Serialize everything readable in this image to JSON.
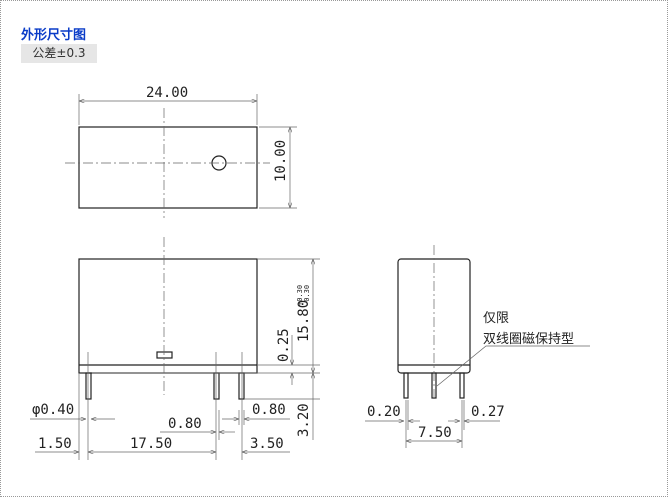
{
  "header": {
    "title": "外形尺寸图",
    "tolerance": "公差±0.3"
  },
  "top_view": {
    "width": "24.00",
    "depth": "10.00"
  },
  "front_view": {
    "height": "15.80",
    "height_tol_plus": "+0.30",
    "height_tol_minus": "-0.30",
    "gap": "0.25",
    "pin_length": "3.20",
    "pin_diameter": "φ0.40",
    "pin_width_mid": "0.80",
    "pin_width_right": "0.80",
    "offset_left": "1.50",
    "pitch_main": "17.50",
    "pitch_right": "3.50"
  },
  "side_view": {
    "note_line1": "仅限",
    "note_line2": "双线圈磁保持型",
    "left_pin": "0.20",
    "right_pin": "0.27",
    "pitch": "7.50"
  }
}
